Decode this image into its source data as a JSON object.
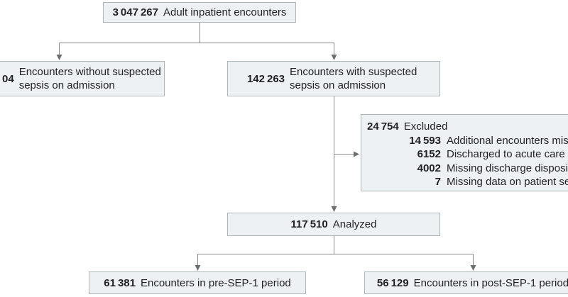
{
  "figure": {
    "background": "#ffffff",
    "box_fill": "#edf1f3",
    "box_border": "#aeb5b9",
    "line_color": "#898d90",
    "arrow_color": "#6b6f71",
    "text_color": "#1f2122"
  },
  "boxes": {
    "total": {
      "number": "3 047 267",
      "label": "Adult inpatient encounters"
    },
    "without_sepsis": {
      "number": "04",
      "label": "Encounters without suspected sepsis on admission"
    },
    "with_sepsis": {
      "number": "142 263",
      "label": "Encounters with suspected sepsis on admission"
    },
    "excluded": {
      "number": "24 754",
      "label": "Excluded",
      "reasons": [
        {
          "number": "14 593",
          "label": "Additional encounters missing"
        },
        {
          "number": "6152",
          "label": "Discharged to acute care hospital"
        },
        {
          "number": "4002",
          "label": "Missing discharge disposition"
        },
        {
          "number": "7",
          "label": "Missing data on patient sex"
        }
      ]
    },
    "analyzed": {
      "number": "117 510",
      "label": "Analyzed"
    },
    "pre_sep1": {
      "number": "61 381",
      "label": "Encounters in pre-SEP-1 period"
    },
    "post_sep1": {
      "number": "56 129",
      "label": "Encounters in post-SEP-1 period"
    }
  }
}
